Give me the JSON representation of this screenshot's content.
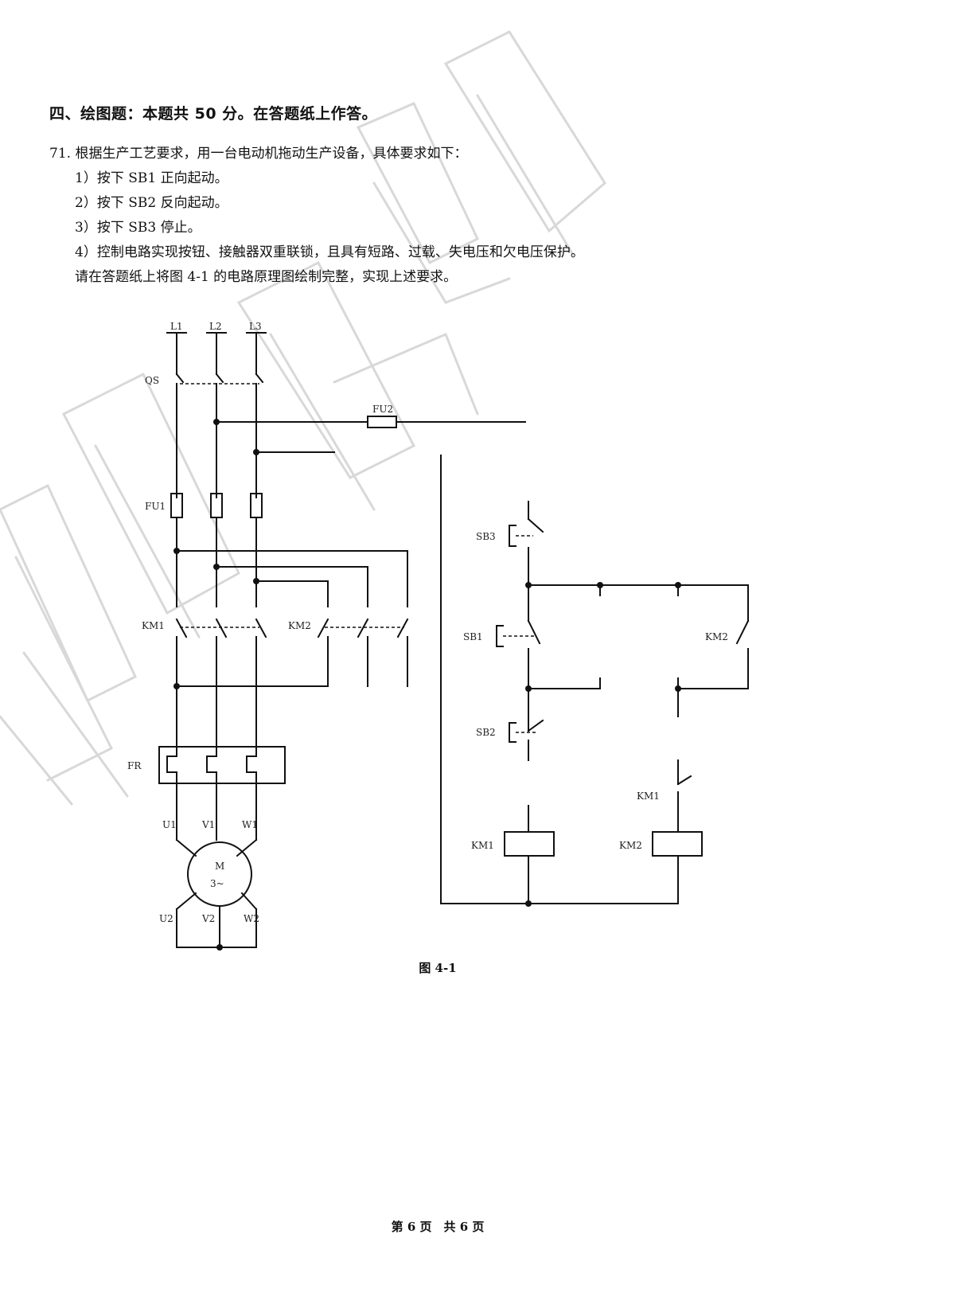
{
  "section": {
    "title": "四、绘图题：本题共 50 分。在答题纸上作答。"
  },
  "question": {
    "stem": "71. 根据生产工艺要求，用一台电动机拖动生产设备，具体要求如下：",
    "items": [
      "1）按下 SB1 正向起动。",
      "2）按下 SB2 反向起动。",
      "3）按下 SB3 停止。",
      "4）控制电路实现按钮、接触器双重联锁，且具有短路、过载、失电压和欠电压保护。"
    ],
    "instruction": "请在答题纸上将图 4-1 的电路原理图绘制完整，实现上述要求。"
  },
  "diagram": {
    "labels": {
      "l1": "L1",
      "l2": "L2",
      "l3": "L3",
      "qs": "QS",
      "fu2": "FU2",
      "fu1": "FU1",
      "km1_main": "KM1",
      "km2_main": "KM2",
      "fr": "FR",
      "u1": "U1",
      "v1": "V1",
      "w1": "W1",
      "motor_m": "M",
      "motor_3": "3~",
      "u2": "U2",
      "v2": "V2",
      "w2": "W2",
      "sb3": "SB3",
      "sb1": "SB1",
      "sb2": "SB2",
      "km2_aux": "KM2",
      "km1_aux": "KM1",
      "km1_coil": "KM1",
      "km2_coil": "KM2"
    },
    "caption": "图 4-1"
  },
  "watermark": {
    "text": "样题"
  },
  "footer": {
    "text": "第 6 页　共 6 页"
  }
}
